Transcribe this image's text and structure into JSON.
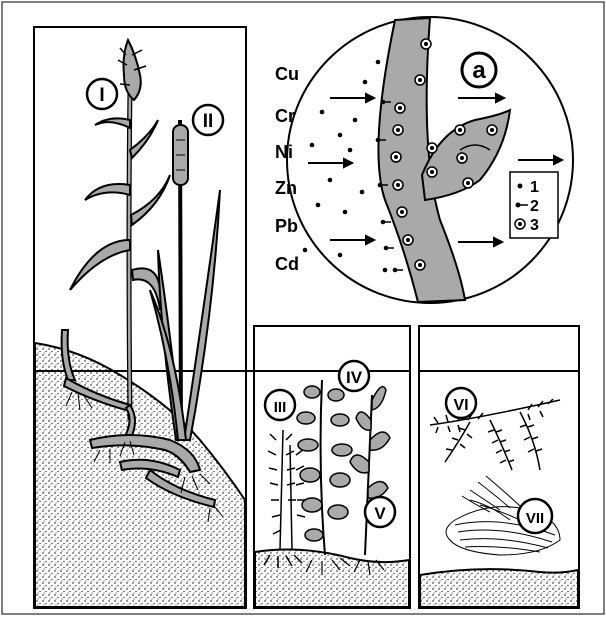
{
  "panel_left": {
    "labels": {
      "plant_1": "I",
      "plant_2": "II"
    }
  },
  "circle_inset": {
    "tag": "a",
    "metals": [
      "Cu",
      "Cr",
      "Ni",
      "Zn",
      "Pb",
      "Cd"
    ],
    "legend": [
      "1",
      "2",
      "3"
    ]
  },
  "panel_mid": {
    "labels": {
      "plant_3": "III",
      "plant_4": "IV",
      "plant_5": "V"
    }
  },
  "panel_right": {
    "labels": {
      "plant_6": "VI",
      "plant_7": "VII"
    }
  },
  "colors": {
    "ink": "#000000",
    "plant_fill": "#a9a9a9",
    "background": "#ffffff"
  }
}
